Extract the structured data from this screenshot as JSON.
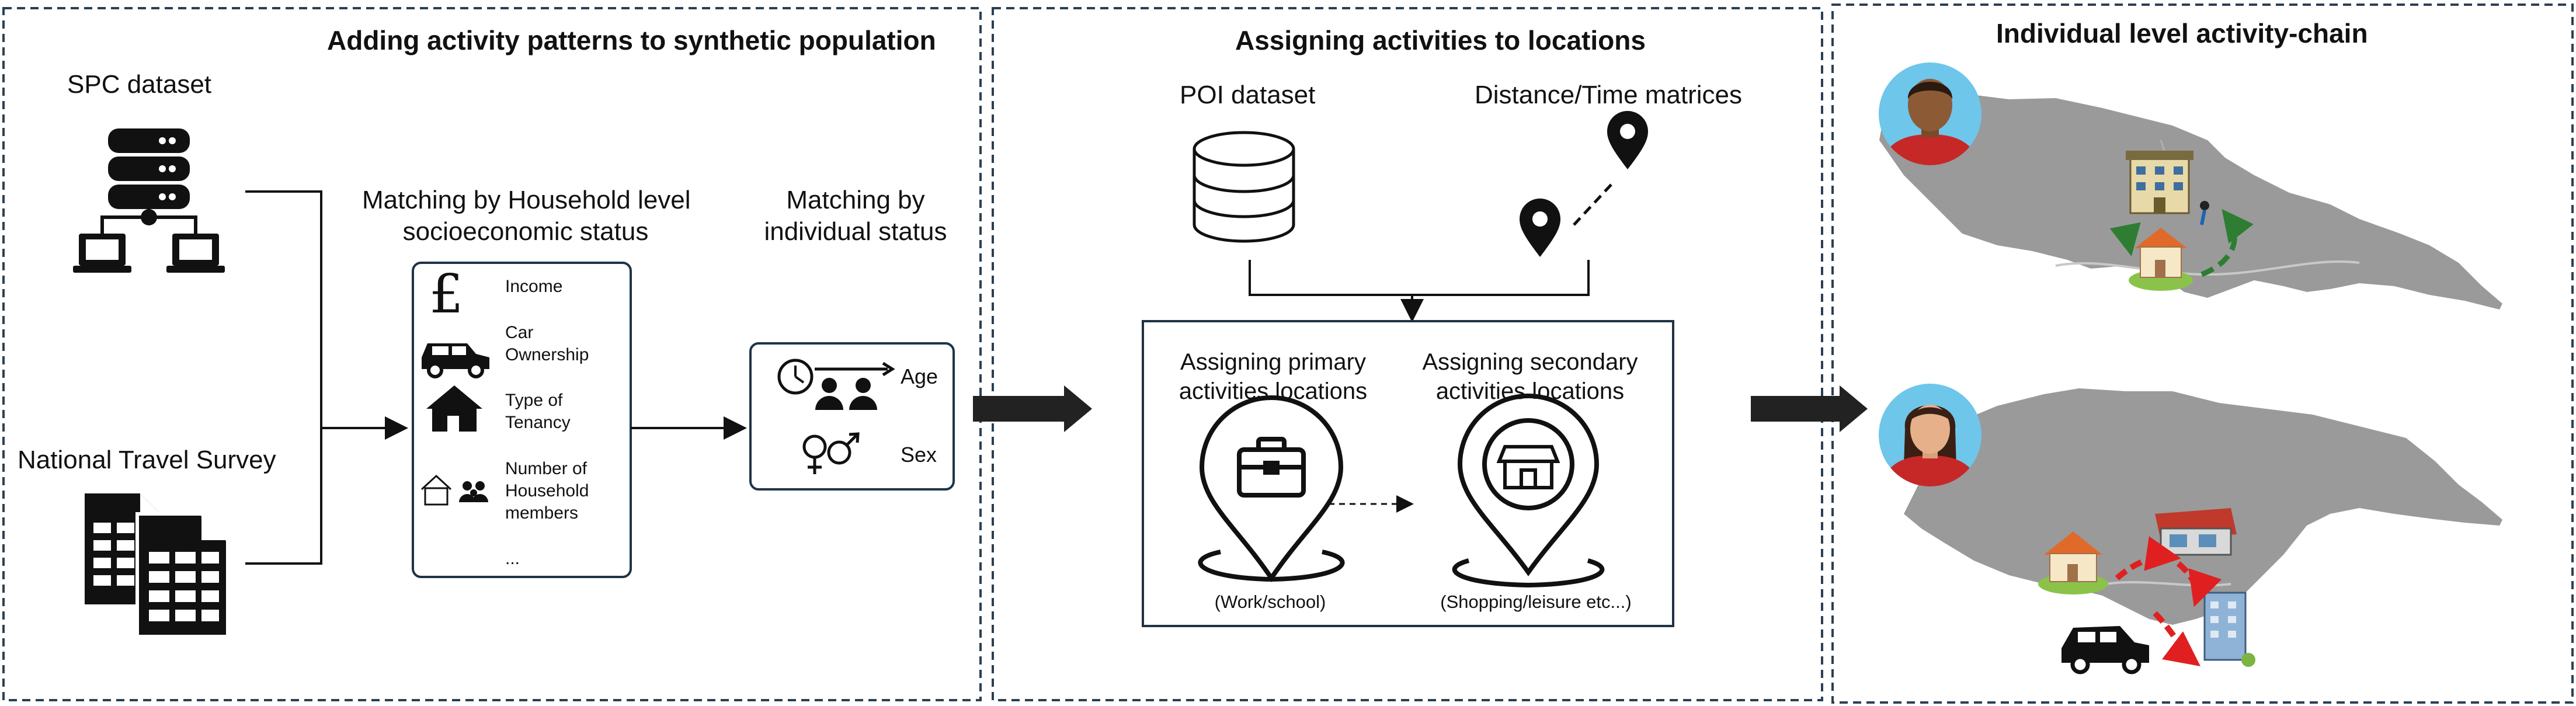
{
  "panel1": {
    "title": "Adding activity patterns to synthetic population",
    "spc_label": "SPC dataset",
    "nts_label": "National Travel Survey",
    "household_heading_line1": "Matching by Household level",
    "household_heading_line2": "socioeconomic status",
    "individual_heading_line1": "Matching by",
    "individual_heading_line2": "individual status",
    "household_items": [
      {
        "icon": "pound-icon",
        "lines": [
          "Income"
        ]
      },
      {
        "icon": "car-icon",
        "lines": [
          "Car",
          "Ownership"
        ]
      },
      {
        "icon": "house-icon",
        "lines": [
          "Type of",
          "Tenancy"
        ]
      },
      {
        "icon": "household-members-icon",
        "lines": [
          "Number of",
          "Household",
          "members"
        ]
      }
    ],
    "household_ellipsis": "...",
    "individual_items": [
      {
        "icon": "clock-people-icon",
        "label": "Age"
      },
      {
        "icon": "gender-icon",
        "label": "Sex"
      }
    ]
  },
  "panel2": {
    "title": "Assigning activities to locations",
    "poi_label": "POI dataset",
    "matrices_label": "Distance/Time matrices",
    "primary_line1": "Assigning primary",
    "primary_line2": "activities locations",
    "secondary_line1": "Assigning secondary",
    "secondary_line2": "activities locations",
    "primary_caption": "(Work/school)",
    "secondary_caption": "(Shopping/leisure etc...)"
  },
  "panel3": {
    "title": "Individual level activity-chain"
  },
  "colors": {
    "dashed_border": "#2b3f52",
    "box_border": "#1f3345",
    "map_grey": "#9a9a9a",
    "green_arrow": "#2e7d32",
    "red_arrow": "#e02020",
    "avatar_bg": "#6ec6ea"
  }
}
